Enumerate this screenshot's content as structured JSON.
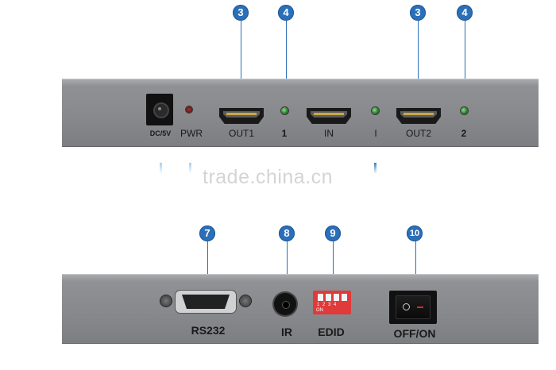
{
  "callouts": {
    "c1": "3",
    "c2": "4",
    "c3": "3",
    "c4": "4",
    "c5": "7",
    "c6": "8",
    "c7": "9",
    "c8": "10"
  },
  "panel_top": {
    "dc_label": "DC/5V",
    "pwr_label": "PWR",
    "out1_label": "OUT1",
    "led1_label": "1",
    "in_label": "IN",
    "ledi_label": "I",
    "out2_label": "OUT2",
    "led2_label": "2"
  },
  "panel_bottom": {
    "rs232_label": "RS232",
    "ir_label": "IR",
    "edid_label": "EDID",
    "switch_label": "OFF/ON",
    "dip_numbers": "1 2 3 4",
    "dip_on": "ON"
  },
  "watermark": "trade.china.cn",
  "colors": {
    "callout": "#2b6fb8",
    "panel": "#8a8c8f",
    "led": "#2e7d32",
    "switch_red": "#d62a2a",
    "dip_red": "#e03a3a"
  }
}
